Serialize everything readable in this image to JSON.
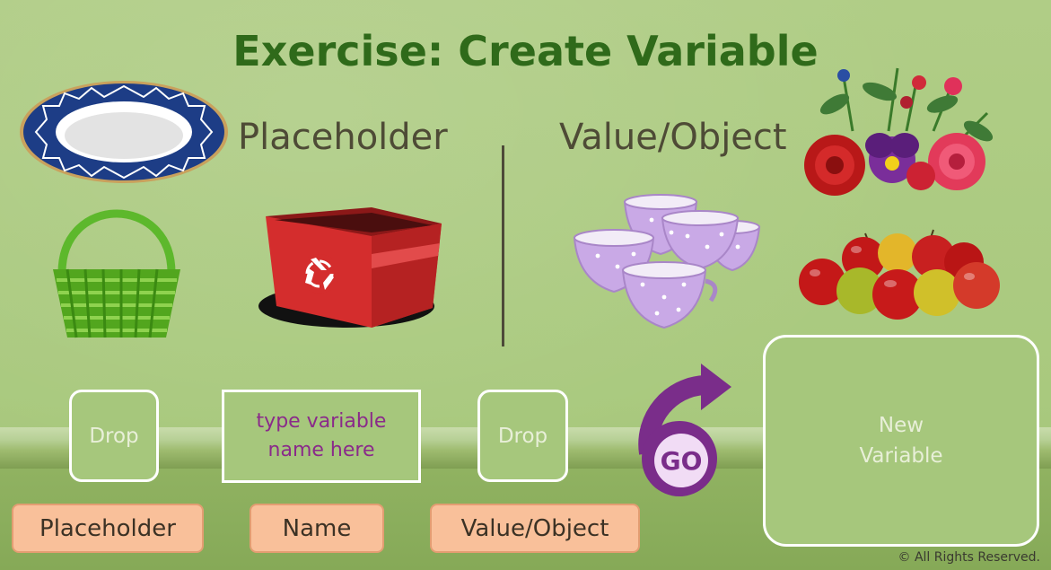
{
  "title": "Exercise: Create Variable",
  "headings": {
    "placeholder": "Placeholder",
    "value_object": "Value/Object"
  },
  "drop_left": "Drop",
  "name_input": "type variable name here",
  "drop_right": "Drop",
  "go_button": "GO",
  "new_variable": "New Variable",
  "labels": {
    "placeholder": "Placeholder",
    "name": "Name",
    "value_object": "Value/Object"
  },
  "copyright": "© All Rights Reserved.",
  "colors": {
    "background": "#a9c97e",
    "title": "#2f6a1a",
    "accent_purple": "#8a2a8a",
    "label_orange": "#f9c09a"
  },
  "icons": [
    "plate-icon",
    "basket-icon",
    "recycle-box-icon",
    "teacups-icon",
    "flowers-icon",
    "apples-icon",
    "go-arrow-icon"
  ]
}
